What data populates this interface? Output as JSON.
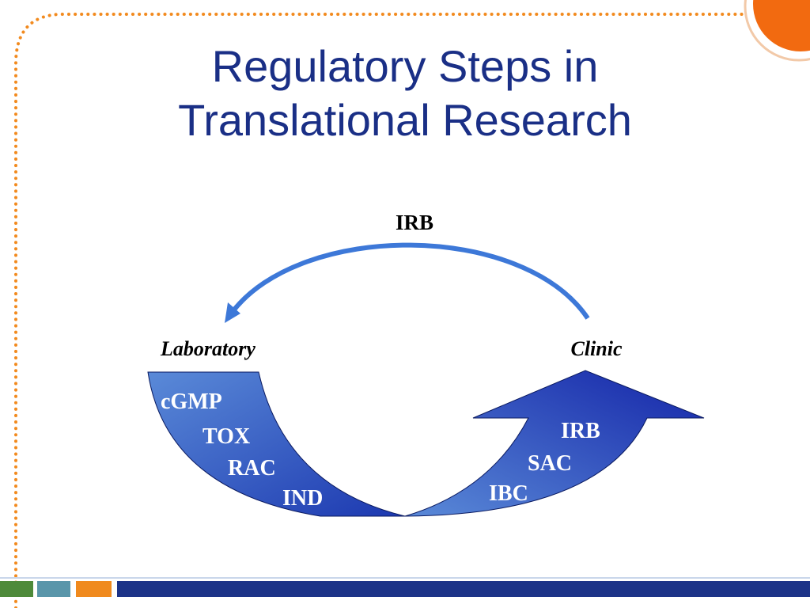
{
  "slide": {
    "title_line1": "Regulatory Steps in",
    "title_line2": "Translational Research"
  },
  "diagram": {
    "top_arrow_label": "IRB",
    "left_node_label": "Laboratory",
    "right_node_label": "Clinic",
    "lab_steps": [
      "cGMP",
      "TOX",
      "RAC",
      "IND"
    ],
    "clinic_steps": [
      "IRB",
      "SAC",
      "IBC"
    ]
  },
  "colors": {
    "title": "#1a2f86",
    "top_arrow": "#3d78d8",
    "curve_dark": "#1428a8",
    "curve_light": "#5a8ad8",
    "dot_border": "#f28a1e",
    "corner_orange": "#f26a10",
    "footer_green": "#4e8a3a",
    "footer_teal": "#5a96aa",
    "footer_orange": "#f08a1e",
    "footer_navy": "#1c3388"
  }
}
